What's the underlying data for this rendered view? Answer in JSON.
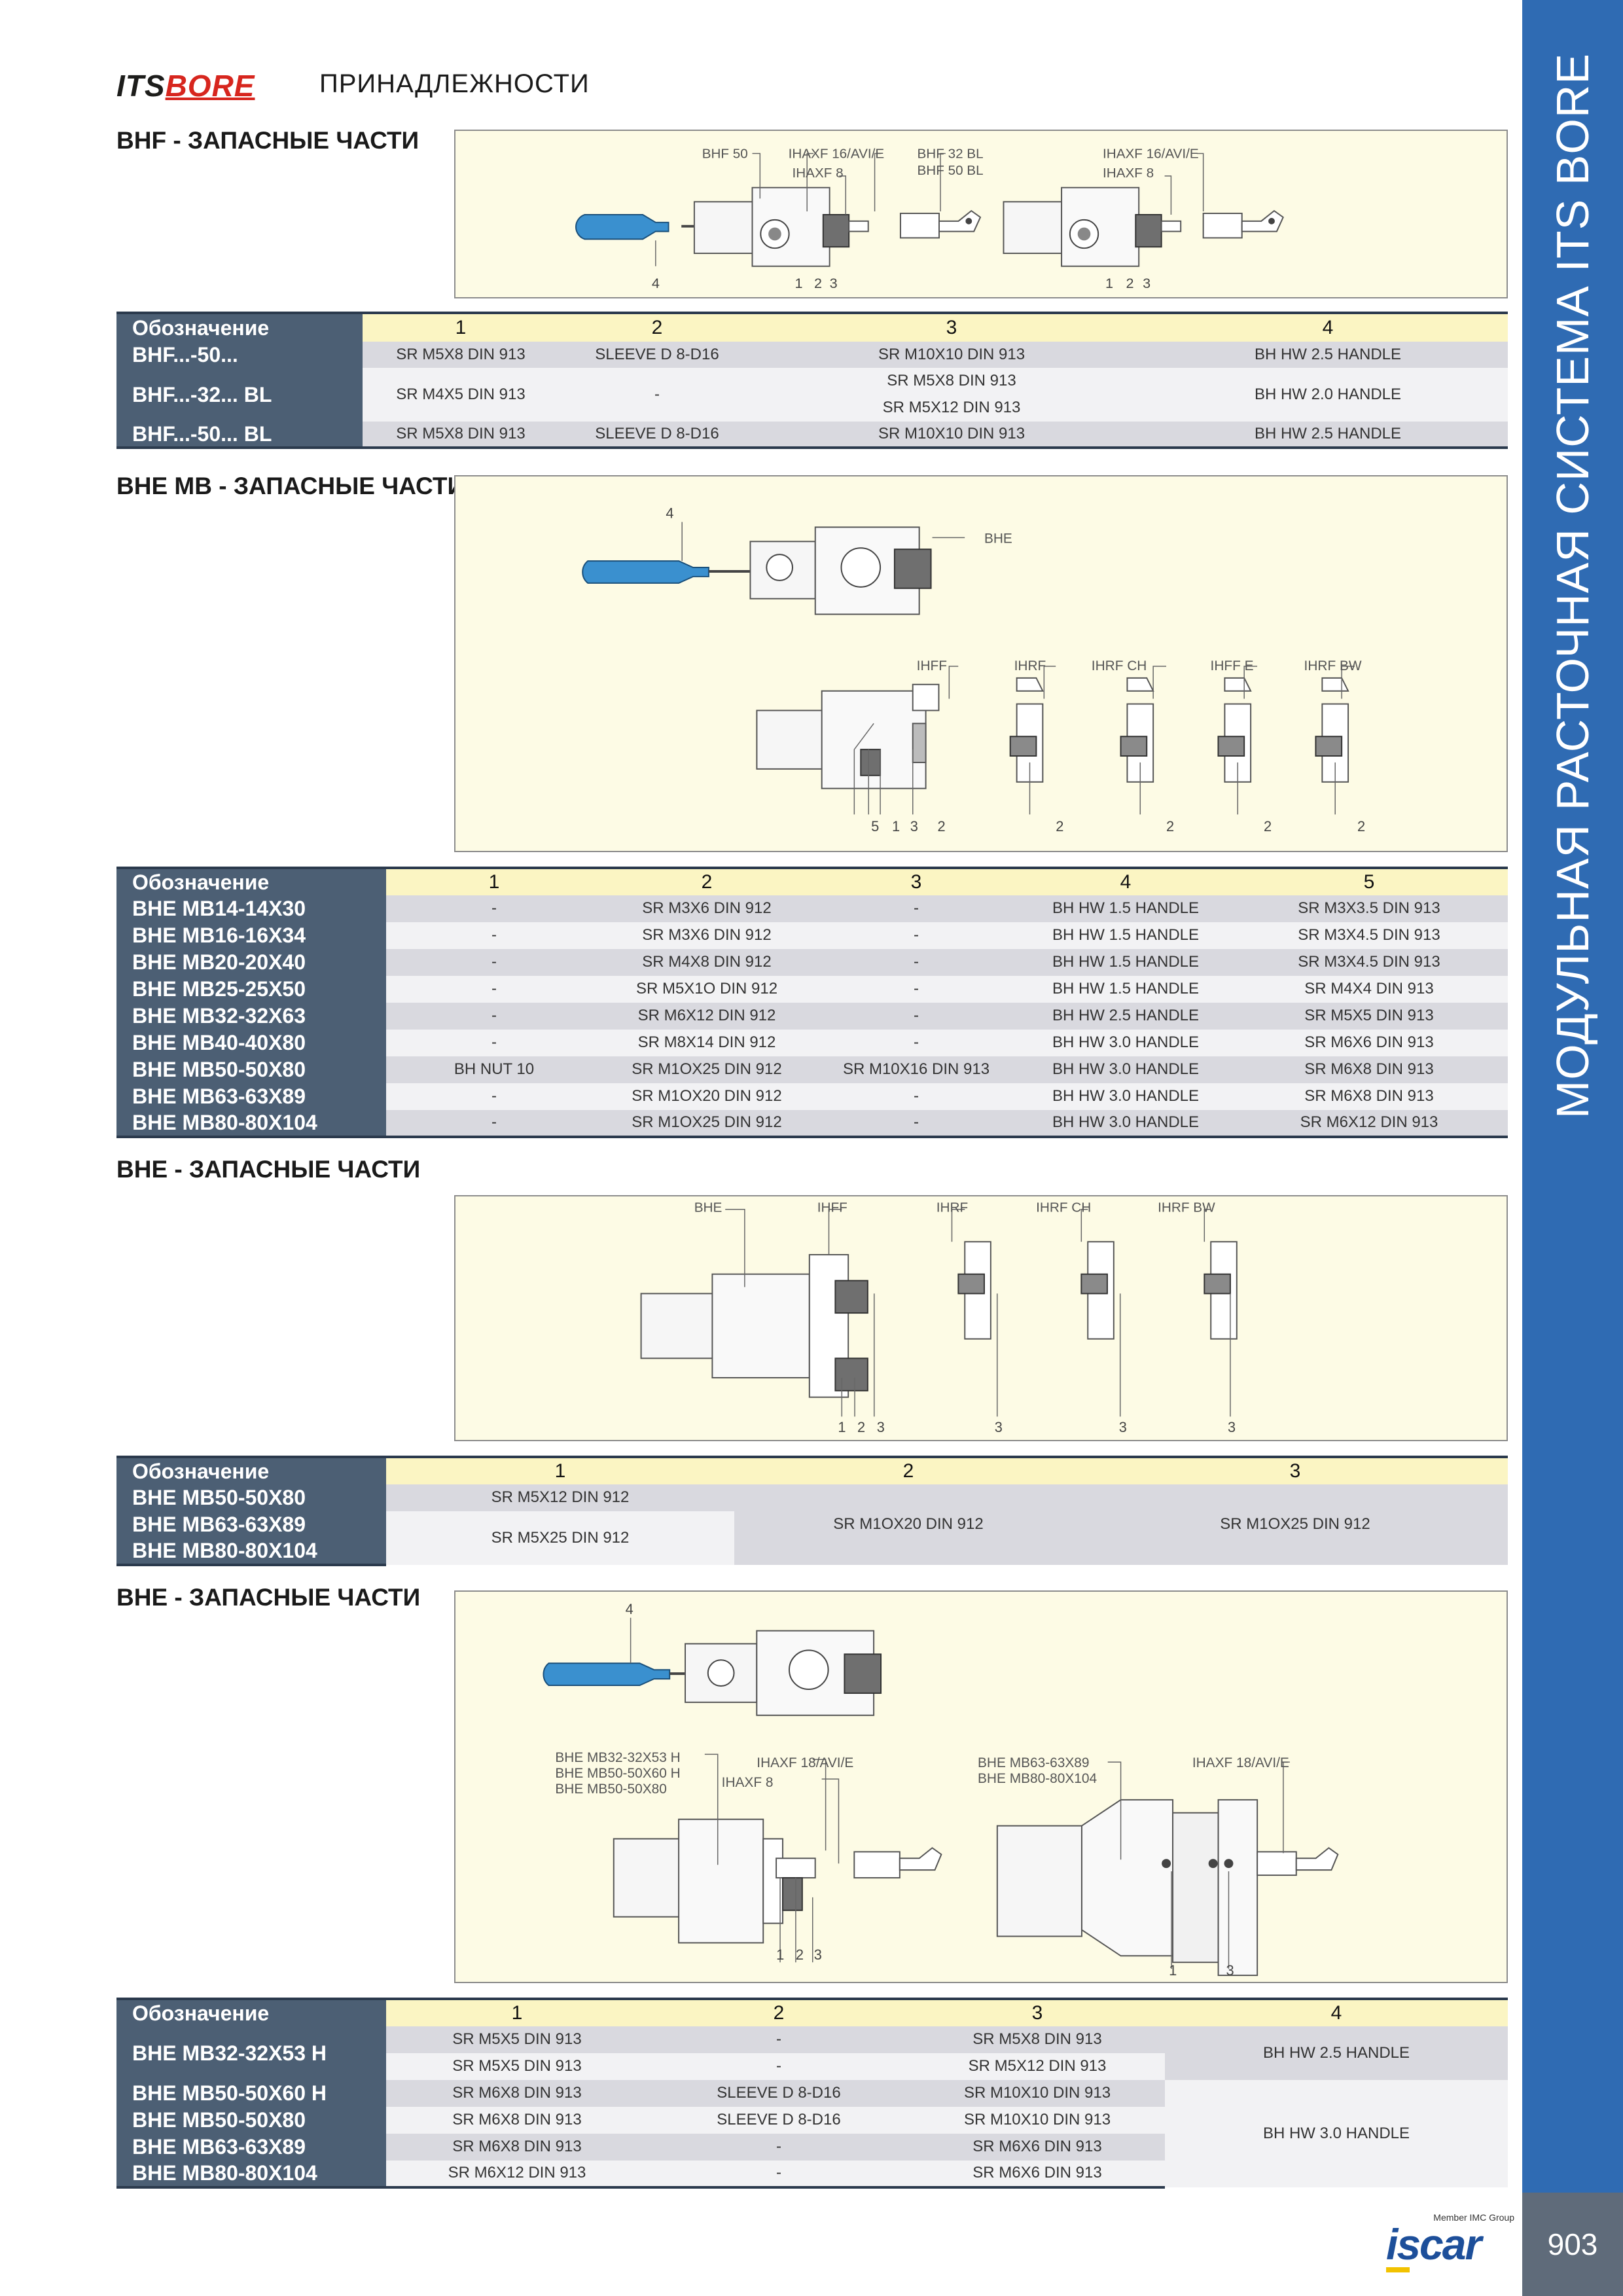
{
  "header": {
    "brand_its": "ITS",
    "brand_bore": "BORE",
    "title": "ПРИНАДЛЕЖНОСТИ"
  },
  "side_band": {
    "text": "МОДУЛЬНАЯ РАСТОЧНАЯ СИСТЕМА ITS BORE",
    "color": "#2f6bb3"
  },
  "footer": {
    "page_number": "903",
    "logo_member": "Member IMC Group",
    "logo_word": "iscar"
  },
  "sections": {
    "bhf": {
      "title": "BHF - ЗАПАСНЫЕ ЧАСТИ",
      "labels": {
        "bhf50": "BHF 50",
        "ihaxf16": "IHAXF 16/AVI/E",
        "ihaxf8": "IHAXF 8",
        "bhf32bl": "BHF 32 BL",
        "bhf50bl": "BHF 50 BL",
        "ihaxf16b": "IHAXF 16/AVI/E",
        "ihaxf8b": "IHAXF 8"
      },
      "numbers": {
        "n4": "4",
        "n1": "1",
        "n2": "2",
        "n3": "3",
        "m1": "1",
        "m2": "2",
        "m3": "3"
      },
      "table": {
        "header": [
          "Обозначение",
          "1",
          "2",
          "3",
          "4"
        ],
        "rows": [
          {
            "name": "BHF...-50...",
            "c1": "SR M5X8 DIN 913",
            "c2": "SLEEVE D 8-D16",
            "c3": "SR M10X10 DIN 913",
            "c4": "BH HW 2.5 HANDLE"
          },
          {
            "name": "BHF...-32... BL",
            "c1": "SR M4X5 DIN 913",
            "c2": "-",
            "c3a": "SR M5X8 DIN 913",
            "c3b": "SR M5X12 DIN 913",
            "c4": "BH HW 2.0 HANDLE"
          },
          {
            "name": "BHF...-50... BL",
            "c1": "SR M5X8 DIN 913",
            "c2": "SLEEVE D 8-D16",
            "c3": "SR M10X10 DIN 913",
            "c4": "BH HW 2.5 HANDLE"
          }
        ]
      }
    },
    "bhe_mb": {
      "title": "BHE MB - ЗАПАСНЫЕ ЧАСТИ",
      "labels": {
        "n4": "4",
        "bhe": "BHE",
        "ihff": "IHFF",
        "ihrf": "IHRF",
        "ihrfch": "IHRF CH",
        "ihffe": "IHFF E",
        "ihrfbw": "IHRF BW"
      },
      "numbers": [
        "5",
        "1",
        "3",
        "2",
        "2",
        "2",
        "2",
        "2"
      ],
      "table": {
        "header": [
          "Обозначение",
          "1",
          "2",
          "3",
          "4",
          "5"
        ],
        "rows": [
          [
            "BHE MB14-14X30",
            "-",
            "SR M3X6 DIN 912",
            "-",
            "BH HW 1.5 HANDLE",
            "SR M3X3.5 DIN 913"
          ],
          [
            "BHE MB16-16X34",
            "-",
            "SR M3X6 DIN 912",
            "-",
            "BH HW 1.5 HANDLE",
            "SR M3X4.5 DIN 913"
          ],
          [
            "BHE MB20-20X40",
            "-",
            "SR M4X8 DIN 912",
            "-",
            "BH HW 1.5 HANDLE",
            "SR M3X4.5 DIN 913"
          ],
          [
            "BHE MB25-25X50",
            "-",
            "SR M5X1O DIN 912",
            "-",
            "BH HW 1.5 HANDLE",
            "SR M4X4 DIN 913"
          ],
          [
            "BHE MB32-32X63",
            "-",
            "SR M6X12 DIN 912",
            "-",
            "BH HW 2.5 HANDLE",
            "SR M5X5 DIN 913"
          ],
          [
            "BHE MB40-40X80",
            "-",
            "SR M8X14 DIN 912",
            "-",
            "BH HW 3.0 HANDLE",
            "SR M6X6 DIN 913"
          ],
          [
            "BHE MB50-50X80",
            "BH NUT 10",
            "SR M1OX25 DIN 912",
            "SR M10X16 DIN 913",
            "BH HW 3.0 HANDLE",
            "SR M6X8 DIN 913"
          ],
          [
            "BHE MB63-63X89",
            "-",
            "SR M1OX20 DIN 912",
            "-",
            "BH HW 3.0 HANDLE",
            "SR M6X8 DIN 913"
          ],
          [
            "BHE MB80-80X104",
            "-",
            "SR M1OX25 DIN 912",
            "-",
            "BH HW 3.0 HANDLE",
            "SR M6X12 DIN 913"
          ]
        ]
      }
    },
    "bhe": {
      "title": "BHE - ЗАПАСНЫЕ ЧАСТИ",
      "labels": {
        "bhe": "BHE",
        "ihff": "IHFF",
        "ihrf": "IHRF",
        "ihrfch": "IHRF CH",
        "ihrfbw": "IHRF BW"
      },
      "numbers": [
        "1",
        "2",
        "3",
        "3",
        "3",
        "3"
      ],
      "table": {
        "header": [
          "Обозначение",
          "1",
          "2",
          "3"
        ],
        "names": [
          "BHE MB50-50X80",
          "BHE MB63-63X89",
          "BHE MB80-80X104"
        ],
        "c1a": "SR M5X12 DIN 912",
        "c1b": "SR M5X25 DIN 912",
        "c2": "SR M1OX20 DIN 912",
        "c3": "SR M1OX25 DIN 912"
      }
    },
    "bhe2": {
      "title": "BHE - ЗАПАСНЫЕ ЧАСТИ",
      "labels": {
        "n4": "4",
        "left_l1": "BHE MB32-32X53 H",
        "left_l2": "BHE MB50-50X60 H",
        "left_l3": "BHE MB50-50X80",
        "ihaxf18": "IHAXF 18/AVI/E",
        "ihaxf8": "IHAXF 8",
        "right_l1": "BHE MB63-63X89",
        "right_l2": "BHE MB80-80X104",
        "ihaxf18b": "IHAXF 18/AVI/E"
      },
      "numbers": [
        "1",
        "2",
        "3",
        "1",
        "3"
      ],
      "table": {
        "header": [
          "Обозначение",
          "1",
          "2",
          "3",
          "4"
        ],
        "r1_name": "BHE MB32-32X53 H",
        "r1a": [
          "SR M5X5 DIN 913",
          "-",
          "SR M5X8 DIN 913"
        ],
        "r1b": [
          "SR M5X5 DIN 913",
          "-",
          "SR M5X12 DIN 913"
        ],
        "r1_c4": "BH HW 2.5 HANDLE",
        "rows": [
          [
            "BHE MB50-50X60 H",
            "SR M6X8 DIN 913",
            "SLEEVE D 8-D16",
            "SR M10X10 DIN 913"
          ],
          [
            "BHE MB50-50X80",
            "SR M6X8 DIN 913",
            "SLEEVE D 8-D16",
            "SR M10X10 DIN 913"
          ],
          [
            "BHE MB63-63X89",
            "SR M6X8 DIN 913",
            "-",
            "SR M6X6 DIN 913"
          ],
          [
            "BHE MB80-80X104",
            "SR M6X12 DIN 913",
            "-",
            "SR M6X6 DIN 913"
          ]
        ],
        "rest_c4": "BH HW 3.0 HANDLE"
      }
    }
  }
}
